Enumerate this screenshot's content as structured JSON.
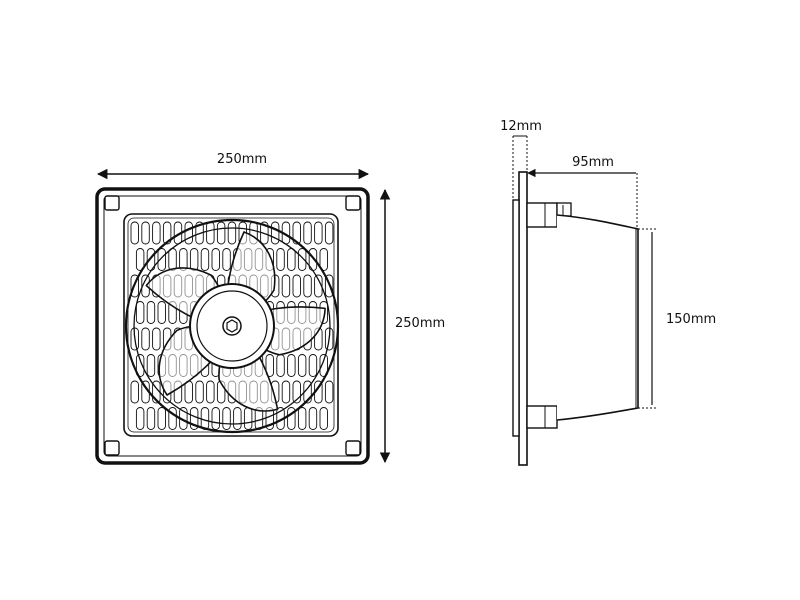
{
  "diagram": {
    "front_view": {
      "width_label": "250mm",
      "height_label": "250mm",
      "fan_blade_count": 5
    },
    "side_view": {
      "plate_thickness_label": "12mm",
      "depth_label": "95mm",
      "duct_diameter_label": "150mm"
    },
    "colors": {
      "line": "#111111",
      "frame_fill": "#ffffff",
      "grille_fill": "#ffffff"
    }
  }
}
